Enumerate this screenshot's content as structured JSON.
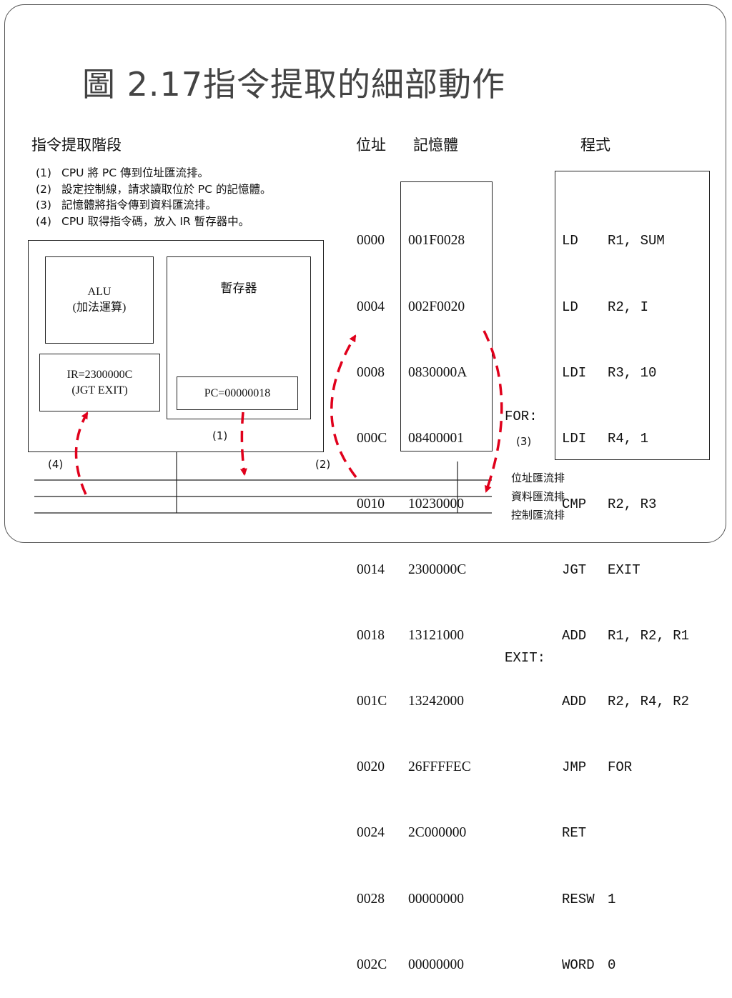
{
  "title": "圖 2.17指令提取的細部動作",
  "headers": {
    "stage": "指令提取階段",
    "address": "位址",
    "memory": "記憶體",
    "program": "程式"
  },
  "steps": [
    {
      "num": "(1)",
      "text": "CPU 將 PC 傳到位址匯流排。"
    },
    {
      "num": "(2)",
      "text": "設定控制線，請求讀取位於 PC 的記憶體。"
    },
    {
      "num": "(3)",
      "text": "記憶體將指令傳到資料匯流排。"
    },
    {
      "num": "(4)",
      "text": "CPU 取得指令碼，放入 IR 暫存器中。"
    }
  ],
  "cpu": {
    "alu_line1": "ALU",
    "alu_line2": "(加法運算)",
    "registers": "暫存器",
    "ir_line1": "IR=2300000C",
    "ir_line2": "(JGT EXIT)",
    "pc": "PC=00000018"
  },
  "addresses": [
    "0000",
    "0004",
    "0008",
    "000C",
    "0010",
    "0014",
    "0018",
    "001C",
    "0020",
    "0024",
    "0028",
    "002C"
  ],
  "memory_values": [
    "001F0028",
    "002F0020",
    "0830000A",
    "08400001",
    "10230000",
    "2300000C",
    "13121000",
    "13242000",
    "26FFFFEC",
    "2C000000",
    "00000000",
    "00000000"
  ],
  "labels": [
    "",
    "",
    "",
    "",
    "FOR:",
    "",
    "",
    "",
    "",
    "EXIT:",
    "",
    ""
  ],
  "program": [
    {
      "op": "LD",
      "args": "R1, SUM"
    },
    {
      "op": "LD",
      "args": "R2, I"
    },
    {
      "op": "LDI",
      "args": "R3, 10"
    },
    {
      "op": "LDI",
      "args": "R4, 1"
    },
    {
      "op": "CMP",
      "args": "R2, R3"
    },
    {
      "op": "JGT",
      "args": "EXIT"
    },
    {
      "op": "ADD",
      "args": "R1, R2, R1"
    },
    {
      "op": "ADD",
      "args": "R2, R4, R2"
    },
    {
      "op": "JMP",
      "args": "FOR"
    },
    {
      "op": "RET",
      "args": ""
    },
    {
      "op": "RESW",
      "args": "1"
    },
    {
      "op": "WORD",
      "args": "0"
    }
  ],
  "step_markers": {
    "s1": "(1)",
    "s2": "(2)",
    "s3": "(3)",
    "s4": "(4)"
  },
  "buses": {
    "address_bus": "位址匯流排",
    "data_bus": "資料匯流排",
    "control_bus": "控制匯流排"
  },
  "colors": {
    "arrow": "#e0001b",
    "line": "#222222",
    "title": "#444444"
  }
}
